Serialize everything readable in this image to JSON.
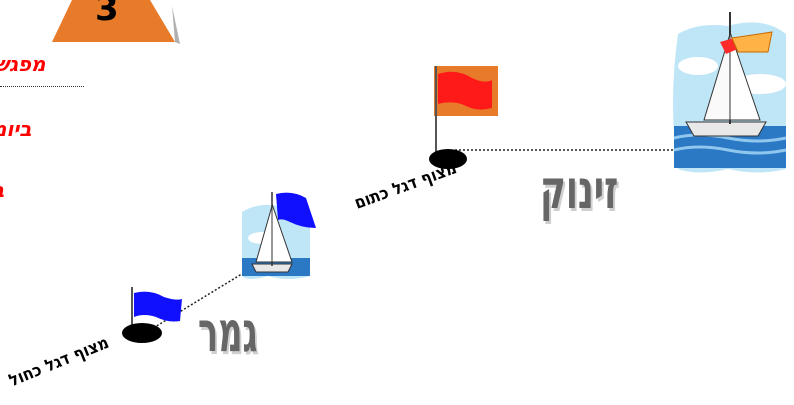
{
  "header": {
    "number": "3",
    "lines": [
      "מפגש",
      "ביומ",
      "ב"
    ]
  },
  "labels": {
    "start_word": "זינוק",
    "finish_word": "גמר",
    "closed_flag_buoy": "מצוף דגל כתום",
    "blue_flag_buoy": "מצוף דגל כחול"
  },
  "colors": {
    "accent_orange": "#e87b2a",
    "orange_flag": "#ff1a1a",
    "blue_flag": "#1010ff",
    "red_text": "#ff0000"
  },
  "icons": [
    "sailboat-icon",
    "flag-icon",
    "buoy-icon"
  ]
}
